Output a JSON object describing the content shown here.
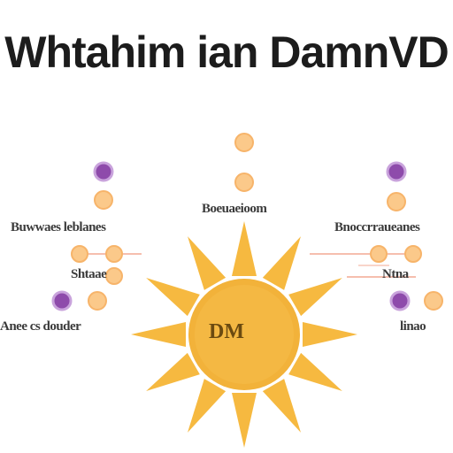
{
  "title": "Whtahim ian DamnVD",
  "center_label": "DM",
  "labels": {
    "top": "Boeuaeioom",
    "left_upper": "Buwwaes leblanes",
    "left_middle": "Shtaae",
    "left_lower": "Anee cs douder",
    "right_upper": "Bnoccrraueanes",
    "right_middle": "Ntna",
    "right_lower": "linao"
  },
  "colors": {
    "sun": "#f5b43c",
    "sun_core": "#f2b23a",
    "ray": "#f6b940",
    "node_orange": "#fbc98a",
    "node_purple": "#8e4bab",
    "connector": "#f3a894",
    "title": "#1c1c1c"
  },
  "nodes": [
    {
      "name": "top-node-1",
      "color": "orange"
    },
    {
      "name": "top-node-2",
      "color": "orange"
    },
    {
      "name": "left-purple-node-1",
      "color": "purple"
    },
    {
      "name": "left-orange-node-1",
      "color": "orange"
    },
    {
      "name": "left-orange-node-2",
      "color": "orange"
    },
    {
      "name": "left-orange-node-3",
      "color": "orange"
    },
    {
      "name": "left-orange-node-4",
      "color": "orange"
    },
    {
      "name": "left-purple-node-2",
      "color": "purple"
    },
    {
      "name": "left-orange-node-5",
      "color": "orange"
    },
    {
      "name": "right-purple-node-1",
      "color": "purple"
    },
    {
      "name": "right-orange-node-1",
      "color": "orange"
    },
    {
      "name": "right-orange-node-2",
      "color": "orange"
    },
    {
      "name": "right-orange-node-3",
      "color": "orange"
    },
    {
      "name": "right-purple-node-2",
      "color": "purple"
    },
    {
      "name": "right-orange-node-4",
      "color": "orange"
    }
  ]
}
